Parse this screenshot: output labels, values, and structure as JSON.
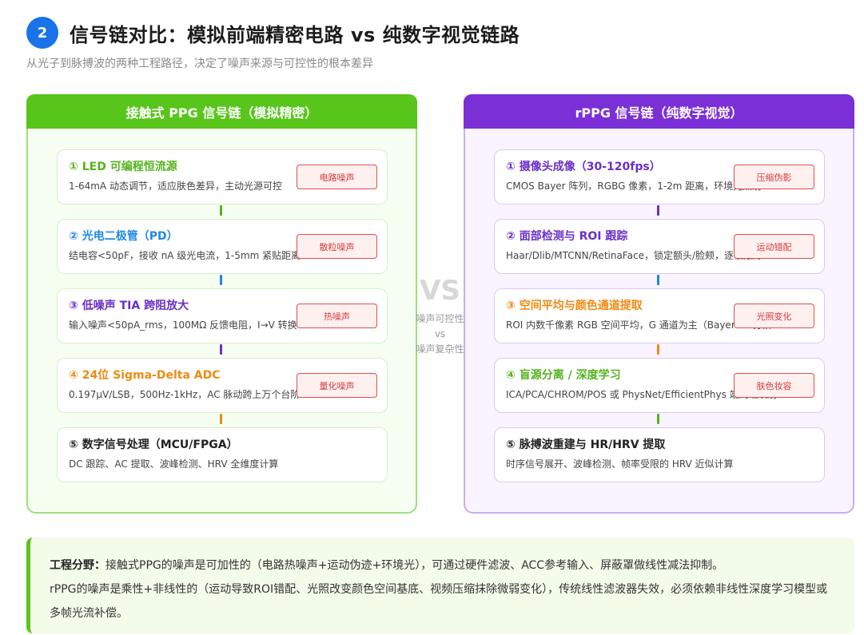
{
  "header": {
    "badge": "2",
    "title": "信号链对比：模拟前端精密电路 vs 纯数字视觉链路",
    "subtitle": "从光子到脉搏波的两种工程路径，决定了噪声来源与可控性的根本差异"
  },
  "left": {
    "title": "接触式 PPG 信号链（模拟精密）",
    "steps": [
      {
        "title": "① LED 可编程恒流源",
        "desc": "1-64mA 动态调节，适应肤色差异，主动光源可控",
        "noise": "电路噪声",
        "color": "#55b41c"
      },
      {
        "title": "② 光电二极管（PD）",
        "desc": "结电容<50pF，接收 nA 级光电流，1-5mm 紧贴距离",
        "noise": "散粒噪声",
        "color": "#1e88e5"
      },
      {
        "title": "③ 低噪声 TIA 跨阻放大",
        "desc": "输入噪声<50pA_rms，100MΩ 反馈电阻，I→V 转换",
        "noise": "热噪声",
        "color": "#6a2fc8"
      },
      {
        "title": "④ 24位 Sigma-Delta ADC",
        "desc": "0.197μV/LSB，500Hz-1kHz，AC 脉动跨上万个台阶",
        "noise": "量化噪声",
        "color": "#f08a12"
      },
      {
        "title": "⑤ 数字信号处理（MCU/FPGA）",
        "desc": "DC 跟踪、AC 提取、波峰检测、HRV 全维度计算",
        "noise": "",
        "color": "#222222"
      }
    ]
  },
  "right": {
    "title": "rPPG 信号链（纯数字视觉）",
    "steps": [
      {
        "title": "① 摄像头成像（30-120fps）",
        "desc": "CMOS Bayer 阵列，RGBG 像素，1-2m 距离，环境光照射",
        "noise": "压缩伪影",
        "color": "#6a2fc8"
      },
      {
        "title": "② 面部检测与 ROI 跟踪",
        "desc": "Haar/Dlib/MTCNN/RetinaFace，锁定额头/脸颊，逐帧跟踪",
        "noise": "运动错配",
        "color": "#6a2fc8"
      },
      {
        "title": "③ 空间平均与颜色通道提取",
        "desc": "ROI 内数千像素 RGB 空间平均，G 通道为主（Bayer 2x 分辨",
        "noise": "光照变化",
        "color": "#f08a12"
      },
      {
        "title": "④ 盲源分离 / 深度学习",
        "desc": "ICA/PCA/CHROM/POS 或 PhysNet/EfficientPhys 端到端映射",
        "noise": "肤色妆容",
        "color": "#55b41c"
      },
      {
        "title": "⑤ 脉搏波重建与 HR/HRV 提取",
        "desc": "时序信号展开、波峰检测、帧率受限的 HRV 近似计算",
        "noise": "",
        "color": "#222222"
      }
    ]
  },
  "vs": {
    "big": "VS",
    "line1": "噪声可控性",
    "line2": "vs",
    "line3": "噪声复杂性"
  },
  "summary": {
    "label": "工程分野：",
    "text1": "接触式PPG的噪声是可加性的（电路热噪声+运动伪迹+环境光），可通过硬件滤波、ACC参考输入、屏蔽罩做线性减法抑制。",
    "text2": "rPPG的噪声是乘性+非线性的（运动导致ROI错配、光照改变颜色空间基底、视频压缩抹除微弱变化），传统线性滤波器失效，必须依赖非线性深度学习模型或多帧光流补偿。"
  },
  "colors": {
    "green": "#58c51a",
    "purple": "#7b2fd6",
    "blue": "#1a73e8",
    "noise_red": "#e34d4d"
  }
}
